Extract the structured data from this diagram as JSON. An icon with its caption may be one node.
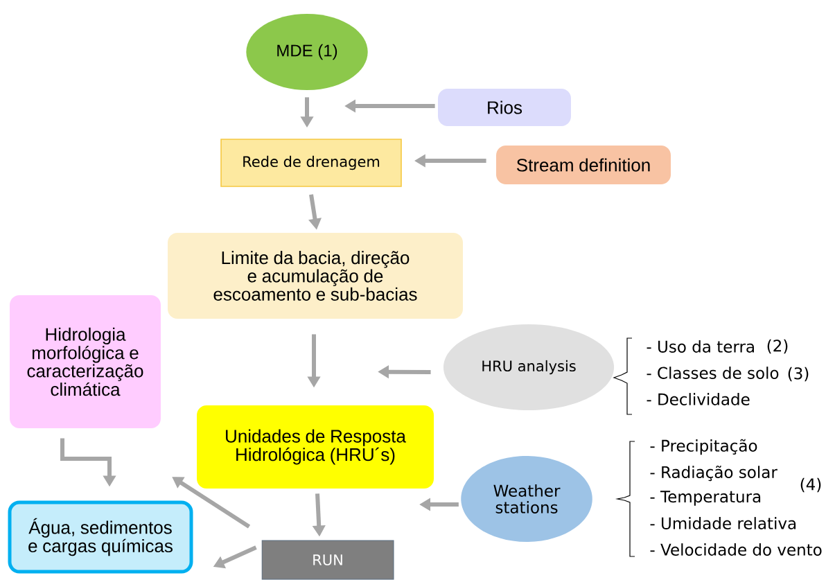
{
  "diagram": {
    "nodes": [
      {
        "text": [
          "MDE (1)"
        ]
      },
      {
        "text": [
          "Rios"
        ]
      },
      {
        "text": [
          "Rede de drenagem"
        ]
      },
      {
        "text": [
          "Stream definition"
        ]
      },
      {
        "text": [
          "Limite da bacia, direção e acumulação de escoamento e sub-bacias"
        ]
      },
      {
        "text": [
          "Hidrologia morfológica e caracterização climática"
        ]
      },
      {
        "text": [
          "HRU analysis"
        ]
      },
      {
        "text": [
          "Unidades de Resposta Hidrológica (HRU´s)"
        ]
      },
      {
        "text": [
          "Weather stations"
        ]
      },
      {
        "text": [
          "Água, sedimentos e cargas químicas"
        ]
      },
      {
        "text": [
          "RUN"
        ]
      }
    ],
    "edges": [
      {
        "from": 0,
        "to": 2,
        "arrow": "to"
      },
      {
        "from": 1,
        "to": null,
        "arrow": "to"
      },
      {
        "from": 3,
        "to": 2,
        "arrow": "to"
      },
      {
        "from": 2,
        "to": 4,
        "arrow": "to"
      },
      {
        "from": 4,
        "to": 7,
        "arrow": "to"
      },
      {
        "from": 6,
        "to": 7,
        "arrow": "to"
      },
      {
        "from": 8,
        "to": null,
        "arrow": "to"
      },
      {
        "from": 7,
        "to": 10,
        "arrow": "to"
      },
      {
        "from": 5,
        "to": 9,
        "arrow": "to"
      },
      {
        "from": 10,
        "to": 9,
        "arrow": "to"
      },
      {
        "from": 10,
        "to": null,
        "arrow": "to"
      }
    ],
    "labels": [
      "- Uso da terra",
      "(2)",
      "- Classes de solo",
      "(3)",
      "- Declividade",
      "- Precipitação",
      "- Radiação  solar",
      "(4)",
      "- Temperatura",
      "- Umidade  relativa",
      "- Velocidade  do vento"
    ]
  }
}
